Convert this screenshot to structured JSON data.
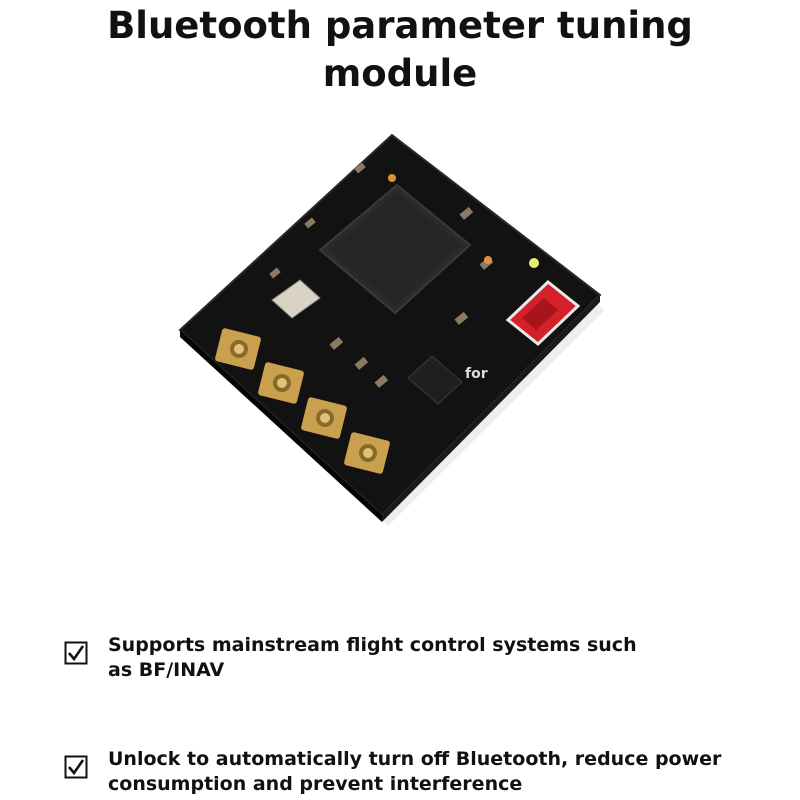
{
  "title": {
    "line1": "Bluetooth parameter tuning",
    "line2": "module"
  },
  "product": {
    "image_name": "bluetooth-module-board",
    "board_color": "#121212",
    "pad_color": "#c9a14e",
    "switch_color": "#d4202a",
    "chip_label": "for"
  },
  "features": [
    {
      "icon": "checkbox-checked-icon",
      "line1": "Supports mainstream flight control systems such",
      "line2": "as BF/INAV"
    },
    {
      "icon": "checkbox-checked-icon",
      "line1": "Unlock to automatically turn off Bluetooth, reduce power",
      "line2": "consumption and prevent interference"
    }
  ]
}
